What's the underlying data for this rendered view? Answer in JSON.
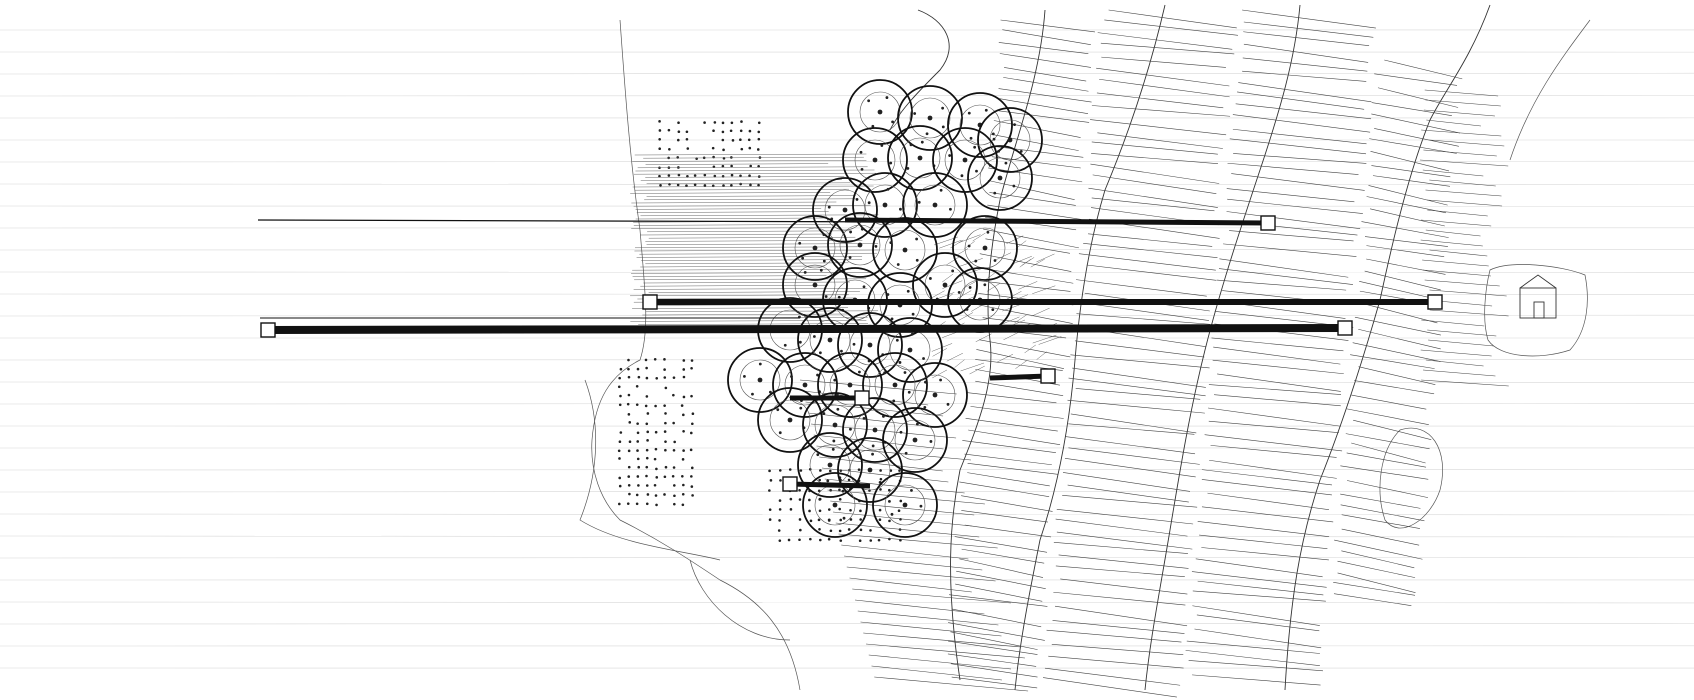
{
  "diagram": {
    "colors": {
      "ink": "#111111",
      "paper": "#ffffff",
      "faint_rule": "#d8d8d8"
    },
    "elements": [
      "horizontal-beams",
      "circle-cluster",
      "dot-fields",
      "hatch-region",
      "terraced-contours",
      "house-outline"
    ]
  }
}
